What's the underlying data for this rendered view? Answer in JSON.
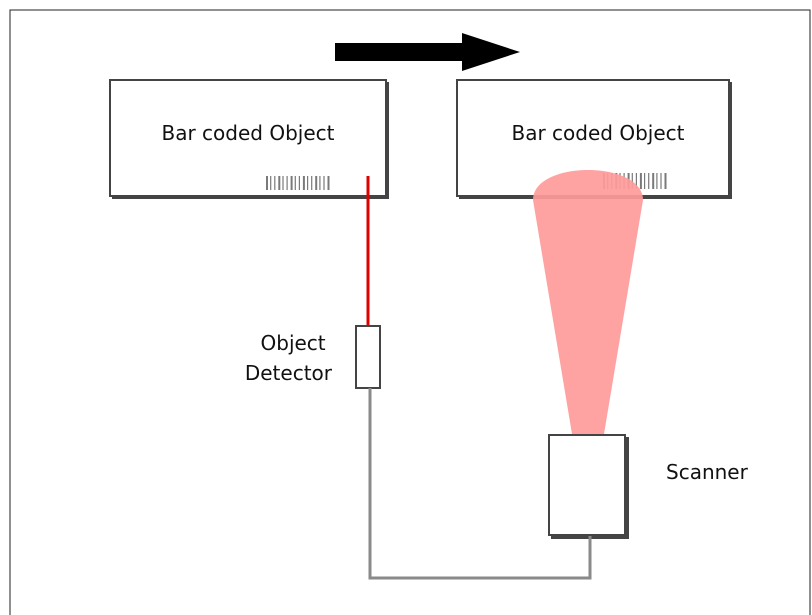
{
  "diagram": {
    "left_object_label": "Bar coded Object",
    "right_object_label": "Bar coded Object",
    "detector_label": [
      "Object",
      "Detector"
    ],
    "scanner_label": "Scanner"
  },
  "colors": {
    "frame": "#222222",
    "arrow": "#000000",
    "detector_beam": "#e00000",
    "scan_beam": "#ff9a9a",
    "cable": "#8a8a8a",
    "shadow": "#444444"
  }
}
